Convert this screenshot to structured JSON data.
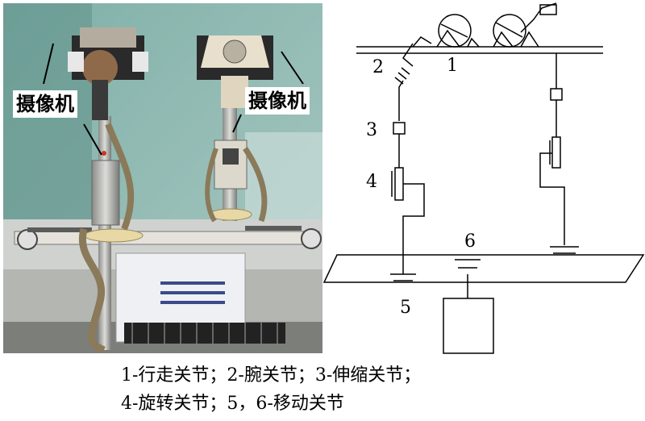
{
  "photo": {
    "camera_label_left": "摄像机",
    "camera_label_right": "摄像机"
  },
  "schematic": {
    "labels": {
      "joint_1": "1",
      "joint_2": "2",
      "joint_3": "3",
      "joint_4": "4",
      "joint_5": "5",
      "joint_6": "6"
    }
  },
  "caption": {
    "line1": "1-行走关节；2-腕关节；3-伸缩关节；",
    "line2": "4-旋转关节；5，6-移动关节"
  }
}
